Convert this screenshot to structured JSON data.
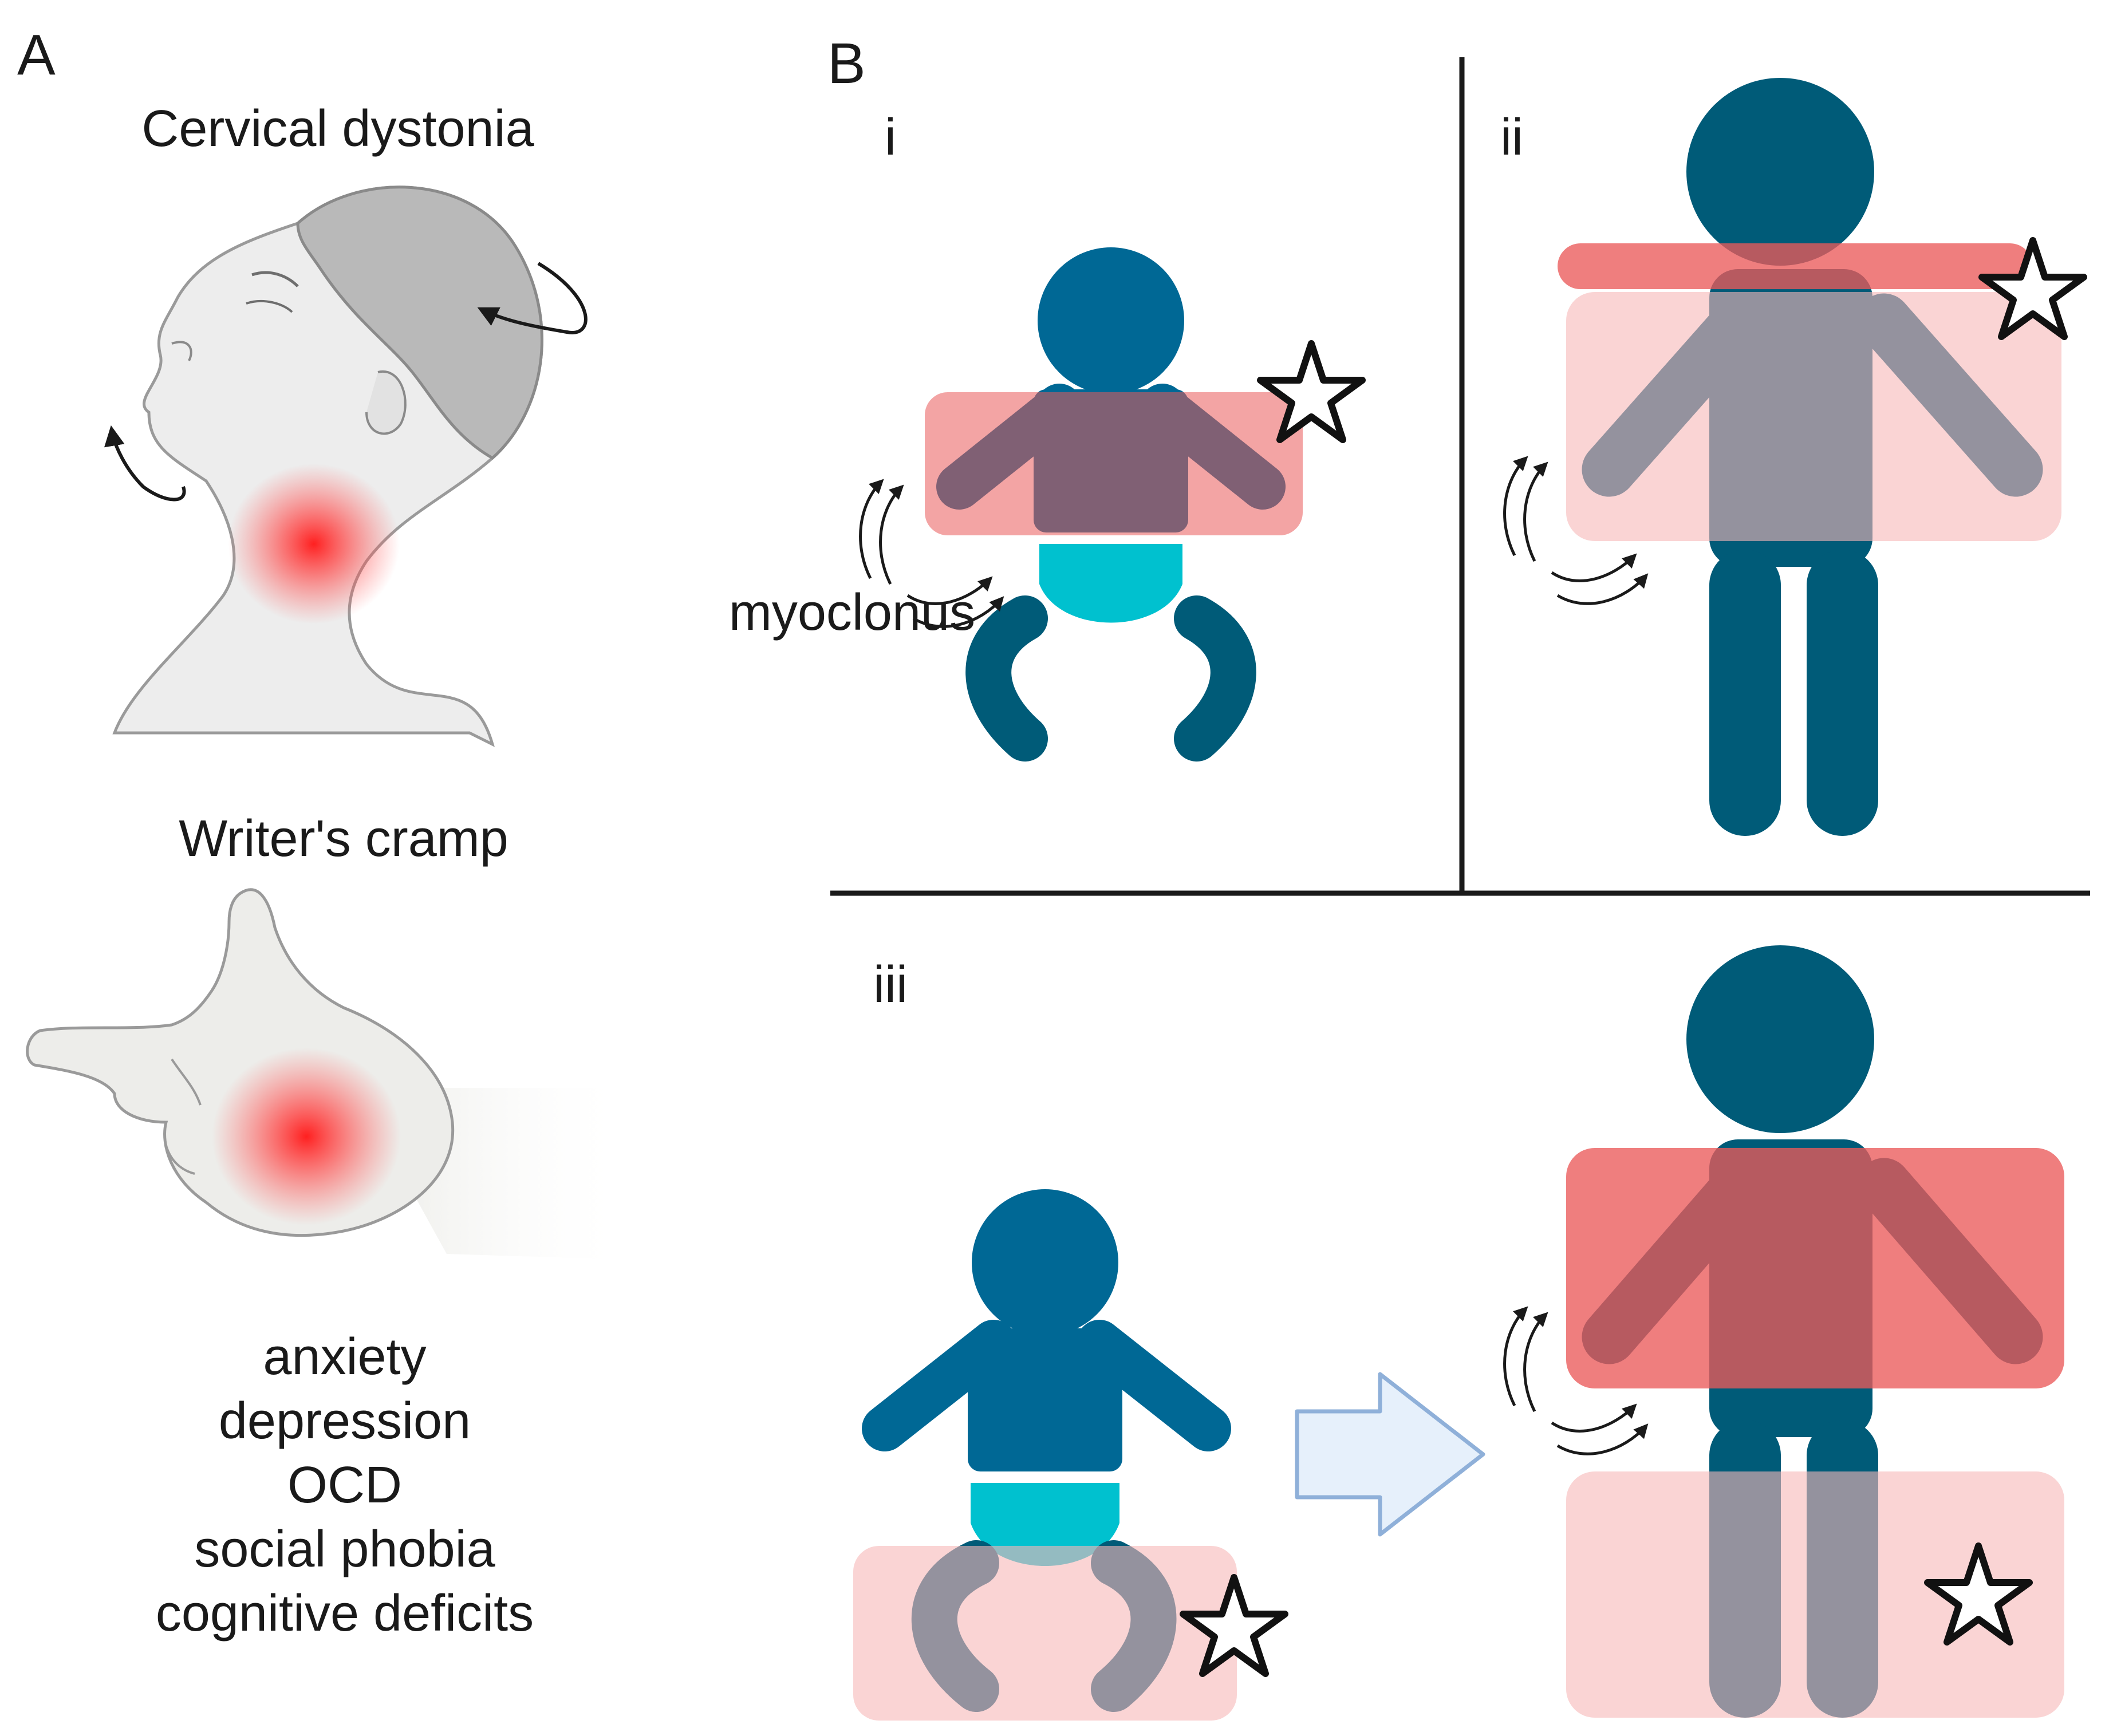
{
  "panelA": {
    "letter": "A",
    "cervical_title": "Cervical dystonia",
    "writers_title": "Writer's cramp",
    "comorbidities": [
      "anxiety",
      "depression",
      "OCD",
      "social phobia",
      "cognitive deficits"
    ]
  },
  "panelB": {
    "letter": "B",
    "sub_i": "i",
    "sub_ii": "ii",
    "sub_iii": "iii",
    "myoclonus_label": "myoclonus"
  },
  "colors": {
    "figure_dark": "#005b78",
    "figure_blue": "#006895",
    "diaper": "#00c1cf",
    "highlight_strong": "#ea5a5a",
    "highlight_light": "#f6b8b8",
    "arrow_fill": "#e6f0fb",
    "arrow_stroke": "#8fb0d9",
    "glow": "#ff2a2a"
  },
  "icons": [
    "head-arrow-icon",
    "chin-arrow-icon",
    "star-icon",
    "jerk-arrows-icon",
    "transition-arrow-icon"
  ]
}
